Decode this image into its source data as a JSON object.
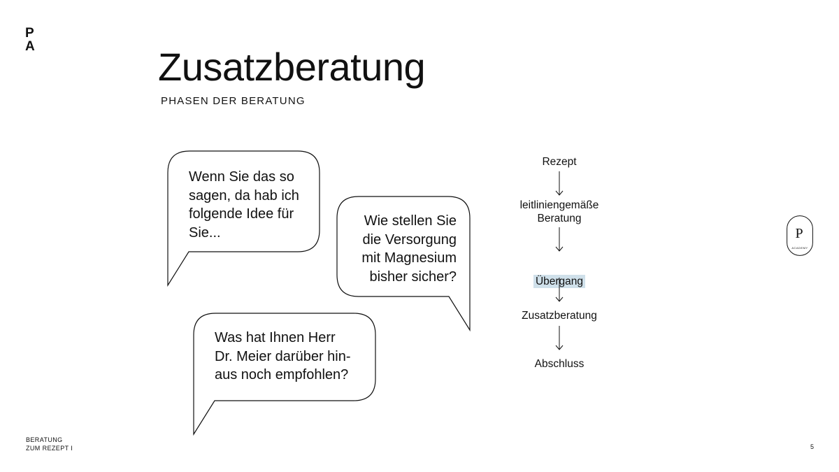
{
  "logo": {
    "letter_top": "P",
    "letter_bottom": "A"
  },
  "header": {
    "title": "Zusatzberatung",
    "subtitle": "PHASEN DER BERATUNG"
  },
  "bubbles": [
    {
      "text": "Wenn Sie das so\nsagen, da hab ich\nfolgende Idee für\nSie..."
    },
    {
      "text": "Wie stellen Sie\ndie Versorgung\nmit Magnesium\nbisher sicher?"
    },
    {
      "text": "Was hat Ihnen Herr\nDr. Meier darüber hin-\naus noch empfohlen?"
    }
  ],
  "flow": {
    "steps": [
      "Rezept",
      "leitliniengemäße\nBeratung",
      "Übergang",
      "Zusatzberatung",
      "Abschluss"
    ],
    "highlighted_step": "Übergang",
    "highlight_color": "#cfe0ea"
  },
  "badge": {
    "letter": "P",
    "caption": "ACADEMY"
  },
  "footer": {
    "left_text": "BERATUNG\nZUM REZEPT I",
    "page_number": "5"
  }
}
